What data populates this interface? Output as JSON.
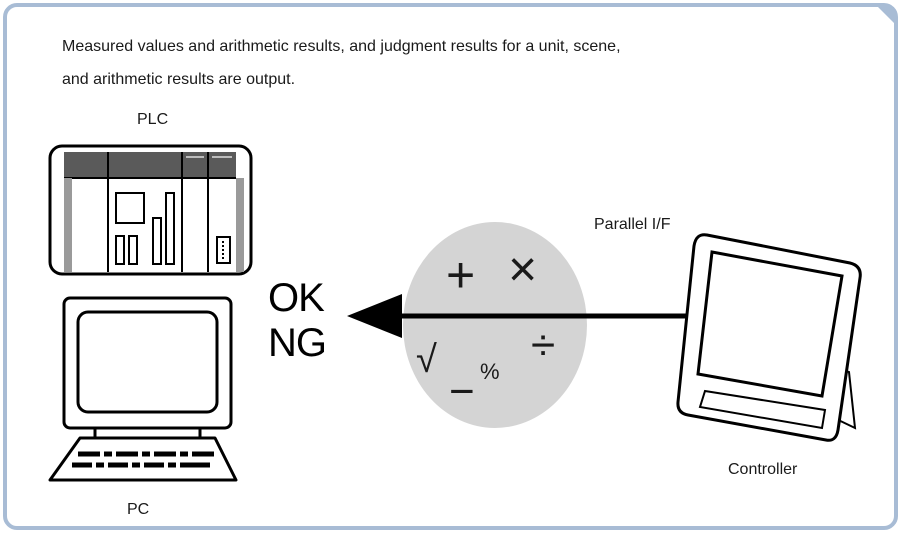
{
  "description": {
    "line1": "Measured values and arithmetic results, and judgment results for a unit, scene,",
    "line2": "and arithmetic results are output."
  },
  "labels": {
    "plc": "PLC",
    "pc": "PC",
    "parallel_if": "Parallel I/F",
    "controller": "Controller"
  },
  "results": {
    "ok": "OK",
    "ng": "NG"
  },
  "operators": {
    "plus": "+",
    "times": "×",
    "percent": "%",
    "divide": "÷",
    "sqrt": "√",
    "minus": "−"
  },
  "colors": {
    "frame": "#a8bcd5",
    "ellipse": "#d4d4d4",
    "plc_bar": "#5a5a5a"
  }
}
